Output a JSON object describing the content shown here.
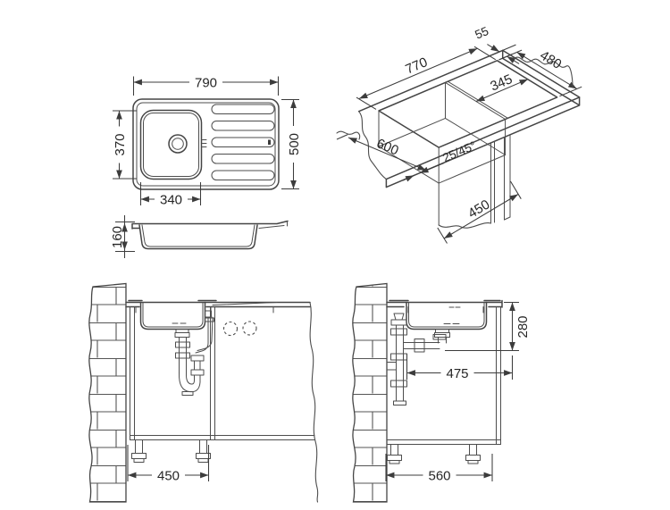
{
  "page": {
    "background": "#ffffff"
  },
  "drawing": {
    "stroke_color": "#454545",
    "dim_color": "#3c3c3c",
    "text_color": "#262626",
    "views": {
      "top": {
        "title": "plan-view",
        "dims": {
          "overall_length": "790",
          "overall_depth": "500",
          "bowl_width": "370",
          "bowl_length": "340"
        }
      },
      "iso": {
        "title": "worktop-cutout-view",
        "dims": {
          "rim_to_cutout": "55",
          "cutout_depth": "480",
          "cutout_length": "770",
          "drainer_cutout": "345",
          "worktop_depth": "600",
          "edge_profile": "25/45°",
          "min_cabinet_width": "450"
        }
      },
      "section": {
        "title": "section-view",
        "dims": {
          "bowl_depth": "160"
        }
      },
      "front_install": {
        "title": "front-installation-view",
        "dims": {
          "cabinet_width": "450"
        }
      },
      "side_install": {
        "title": "side-installation-view",
        "dims": {
          "trap_height": "280",
          "trap_offset": "475",
          "cabinet_depth": "560"
        }
      }
    }
  }
}
